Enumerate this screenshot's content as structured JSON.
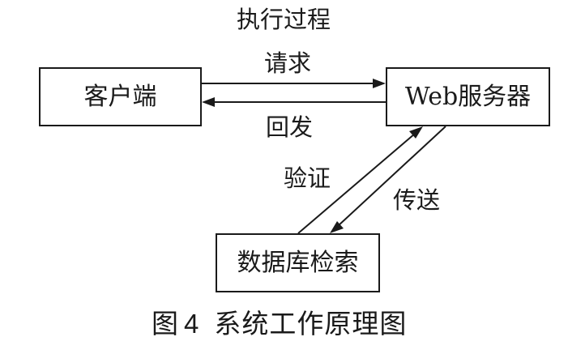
{
  "diagram": {
    "title": "执行过程",
    "nodes": {
      "client": "客户端",
      "web_server": "Web服务器",
      "database": "数据库检索"
    },
    "edges": {
      "request": "请求",
      "response": "回发",
      "verify": "验证",
      "transfer": "传送"
    },
    "caption": {
      "figure": "图",
      "number": "4",
      "text": "系统工作原理图"
    }
  }
}
